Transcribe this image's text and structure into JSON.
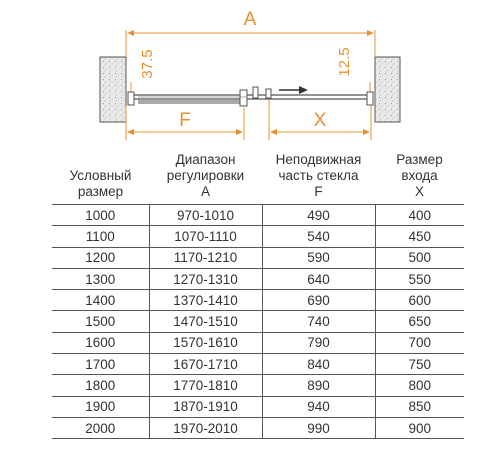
{
  "diagram": {
    "labels": {
      "width_a": "A",
      "fixed_f": "F",
      "entry_x": "X",
      "left_gap": "37.5",
      "right_gap": "12.5"
    },
    "colors": {
      "accent": "#e8902f",
      "line": "#555555",
      "wall_fill": "#e6e6e6"
    }
  },
  "table": {
    "headers": [
      [
        "Условный",
        "размер"
      ],
      [
        "Диапазон",
        "регулировки",
        "A"
      ],
      [
        "Неподвижная",
        "часть стекла",
        "F"
      ],
      [
        "Размер",
        "входа",
        "X"
      ]
    ],
    "rows": [
      [
        "1000",
        "970-1010",
        "490",
        "400"
      ],
      [
        "1100",
        "1070-1110",
        "540",
        "450"
      ],
      [
        "1200",
        "1170-1210",
        "590",
        "500"
      ],
      [
        "1300",
        "1270-1310",
        "640",
        "550"
      ],
      [
        "1400",
        "1370-1410",
        "690",
        "600"
      ],
      [
        "1500",
        "1470-1510",
        "740",
        "650"
      ],
      [
        "1600",
        "1570-1610",
        "790",
        "700"
      ],
      [
        "1700",
        "1670-1710",
        "840",
        "750"
      ],
      [
        "1800",
        "1770-1810",
        "890",
        "800"
      ],
      [
        "1900",
        "1870-1910",
        "940",
        "850"
      ],
      [
        "2000",
        "1970-2010",
        "990",
        "900"
      ]
    ]
  }
}
